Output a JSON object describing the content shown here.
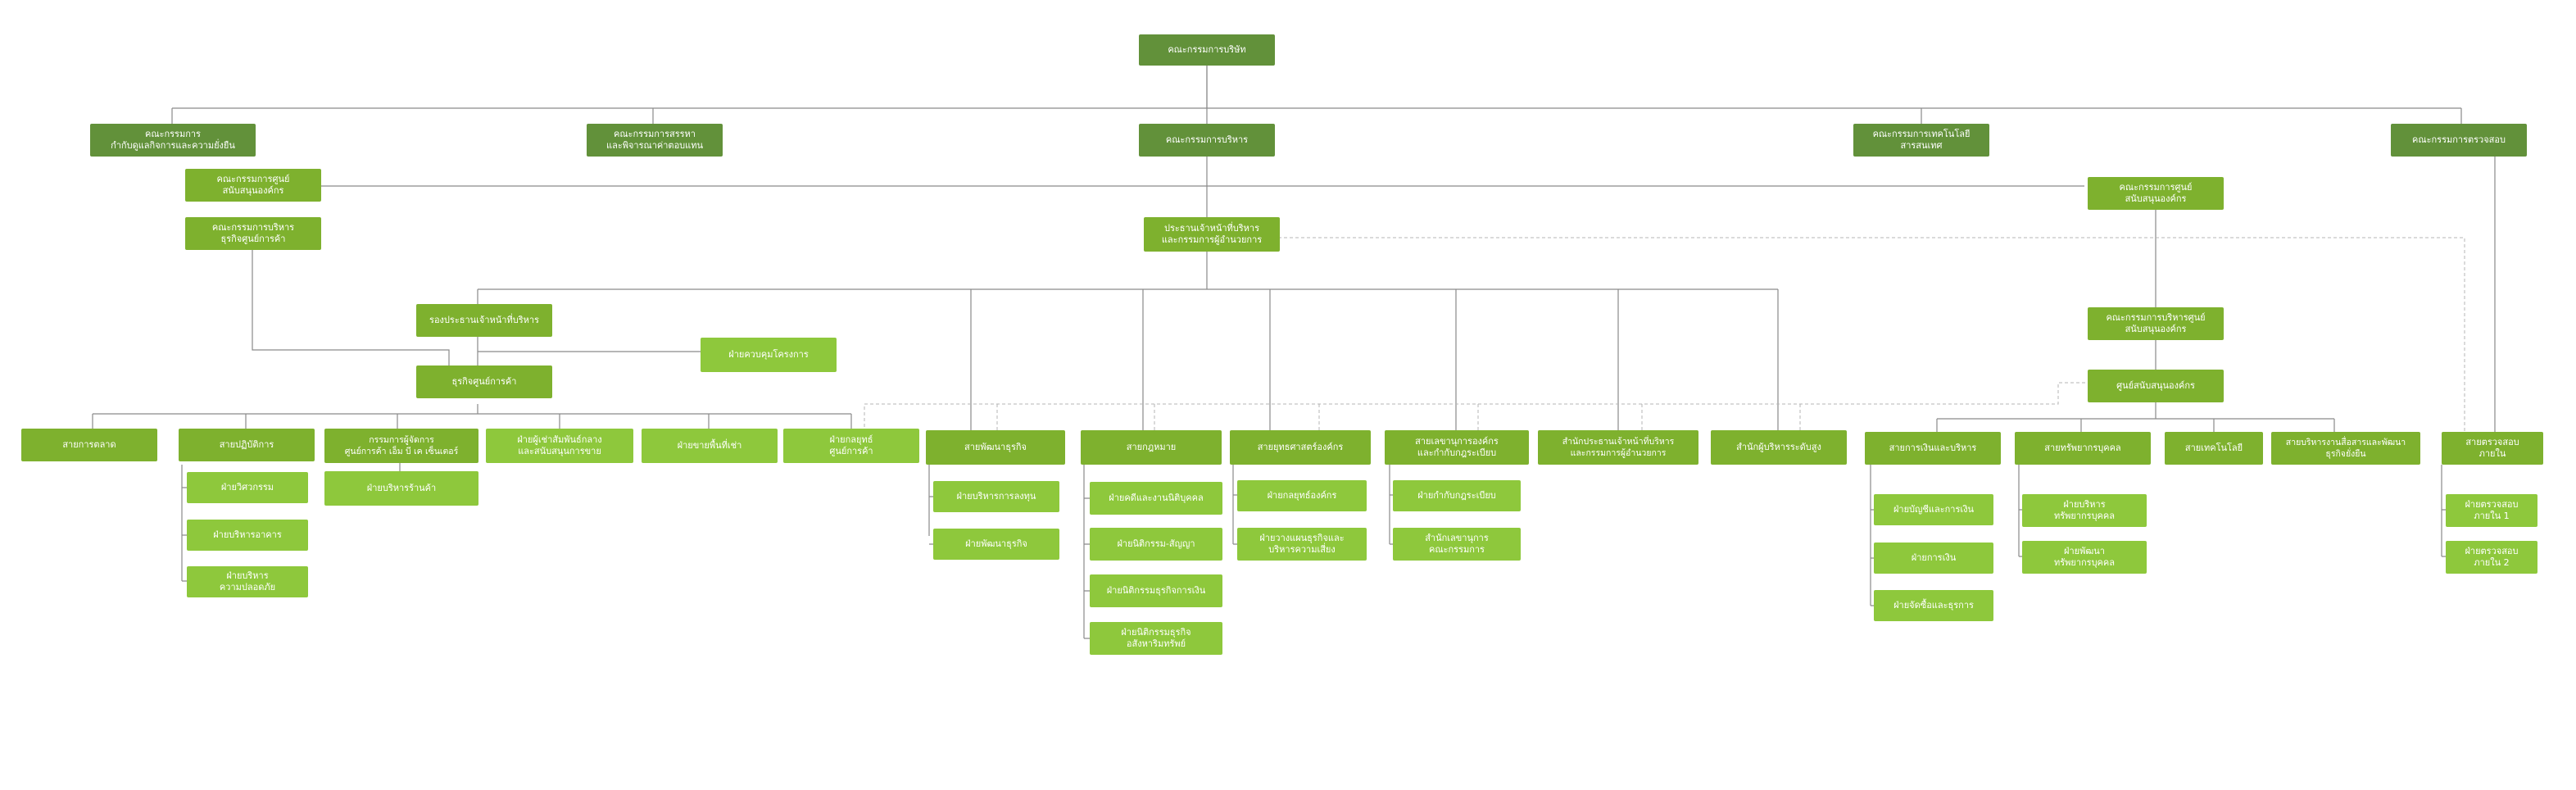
{
  "colors": {
    "dark": "#62913a",
    "mid": "#7eb12e",
    "light": "#8ec83c",
    "line": "#8a8a8a"
  },
  "nodes": {
    "board": "คณะกรรมการบริษัท",
    "cg": "คณะกรรมการ\nกำกับดูแลกิจการและความยั่งยืน",
    "nom": "คณะกรรมการสรรหา\nและพิจารณาค่าตอบแทน",
    "exec": "คณะกรรมการบริหาร",
    "tech": "คณะกรรมการเทคโนโลยี\nสารสนเทศ",
    "audit": "คณะกรรมการตรวจสอบ",
    "sscL": "คณะกรรมการศูนย์\nสนับสนุนองค์กร",
    "lendL": "คณะกรรมการบริหาร\nธุรกิจศูนย์การค้า",
    "ceo": "ประธานเจ้าหน้าที่บริหาร\nและกรรมการผู้อำนวยการ",
    "sscR": "คณะกรรมการศูนย์\nสนับสนุนองค์กร",
    "deputy": "รองประธานเจ้าหน้าที่บริหาร",
    "proj": "ฝ่ายควบคุมโครงการ",
    "mall": "ธุรกิจศูนย์การค้า",
    "sscExec": "คณะกรรมการบริหารศูนย์\nสนับสนุนองค์กร",
    "sscCenter": "ศูนย์สนับสนุนองค์กร",
    "marketing": "สายการตลาด",
    "ops": "สายปฏิบัติการ",
    "mallMgr": "กรรมการผู้จัดการ\nศูนย์การค้า เอ็ม บี เค เซ็นเตอร์",
    "tenant": "ฝ่ายผู้เช่าสัมพันธ์กลาง\nและสนับสนุนการขาย",
    "leasing": "ฝ่ายขายพื้นที่เช่า",
    "mallStrat": "ฝ่ายกลยุทธ์\nศูนย์การค้า",
    "bizdev": "สายพัฒนาธุรกิจ",
    "legal": "สายกฎหมาย",
    "strategy": "สายยุทธศาสตร์องค์กร",
    "corpsec": "สายเลขานุการองค์กร\nและกำกับกฎระเบียบ",
    "ceoOffice": "สำนักประธานเจ้าหน้าที่บริหาร\nและกรรมการผู้อำนวยการ",
    "seniorOffice": "สำนักผู้บริหารระดับสูง",
    "finance": "สายการเงินและบริหาร",
    "hr": "สายทรัพยากรบุคคล",
    "it": "สายเทคโนโลยี",
    "comms": "สายบริหารงานสื่อสารและพัฒนาธุรกิจยั่งยืน",
    "internalAudit": "สายตรวจสอบ\nภายใน",
    "engineering": "ฝ่ายวิศวกรรม",
    "facility": "ฝ่ายบริหารอาคาร",
    "safety": "ฝ่ายบริหาร\nความปลอดภัย",
    "storeMgmt": "ฝ่ายบริหารร้านค้า",
    "invest": "ฝ่ายบริหารการลงทุน",
    "bizDevDept": "ฝ่ายพัฒนาธุรกิจ",
    "litigation": "ฝ่ายคดีและงานนิติบุคคล",
    "contract": "ฝ่ายนิติกรรม-สัญญา",
    "finLegal": "ฝ่ายนิติกรรมธุรกิจการเงิน",
    "reLegal": "ฝ่ายนิติกรรมธุรกิจ\nอสังหาริมทรัพย์",
    "stratDept": "ฝ่ายกลยุทธ์องค์กร",
    "planRisk": "ฝ่ายวางแผนธุรกิจและ\nบริหารความเสี่ยง",
    "compliance": "ฝ่ายกำกับกฎระเบียบ",
    "boardSec": "สำนักเลขานุการ\nคณะกรรมการ",
    "accounting": "ฝ่ายบัญชีและการเงิน",
    "treasury": "ฝ่ายการเงิน",
    "procurement": "ฝ่ายจัดซื้อและธุรการ",
    "hrAdmin": "ฝ่ายบริหาร\nทรัพยากรบุคคล",
    "hrDev": "ฝ่ายพัฒนา\nทรัพยากรบุคคล",
    "audit1": "ฝ่ายตรวจสอบ\nภายใน 1",
    "audit2": "ฝ่ายตรวจสอบ\nภายใน 2"
  }
}
